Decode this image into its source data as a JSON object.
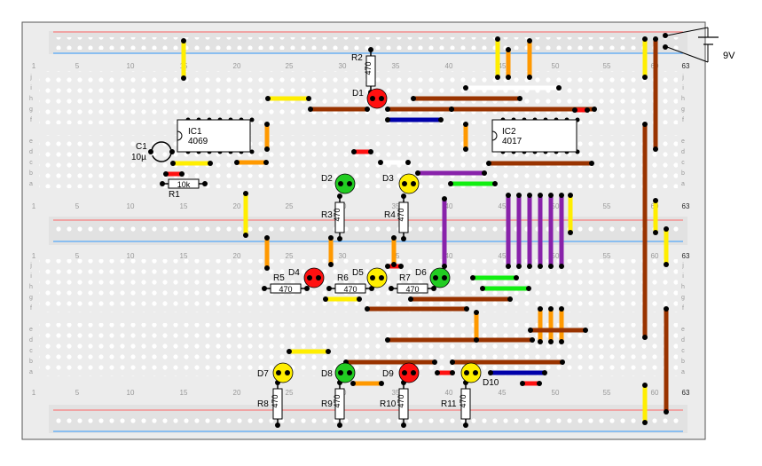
{
  "board": {
    "column_numbers": [
      "1",
      "5",
      "10",
      "15",
      "20",
      "25",
      "30",
      "35",
      "40",
      "45",
      "50",
      "55",
      "60",
      "63"
    ],
    "row_letters_top": [
      "j",
      "i",
      "h",
      "g",
      "f"
    ],
    "row_letters_bottom": [
      "e",
      "d",
      "c",
      "b",
      "a"
    ]
  },
  "battery": {
    "label": "9V"
  },
  "ics": [
    {
      "ref": "IC1",
      "type": "4069"
    },
    {
      "ref": "IC2",
      "type": "4017"
    }
  ],
  "capacitor": {
    "ref": "C1",
    "value": "10µ"
  },
  "resistors": [
    {
      "ref": "R1",
      "value": "10k"
    },
    {
      "ref": "R2",
      "value": "470"
    },
    {
      "ref": "R3",
      "value": "470"
    },
    {
      "ref": "R4",
      "value": "470"
    },
    {
      "ref": "R5",
      "value": "470"
    },
    {
      "ref": "R6",
      "value": "470"
    },
    {
      "ref": "R7",
      "value": "470"
    },
    {
      "ref": "R8",
      "value": "470"
    },
    {
      "ref": "R9",
      "value": "470"
    },
    {
      "ref": "R10",
      "value": "470"
    },
    {
      "ref": "R11",
      "value": "470"
    }
  ],
  "leds": [
    {
      "ref": "D1",
      "color": "#ff1010"
    },
    {
      "ref": "D2",
      "color": "#22cc22"
    },
    {
      "ref": "D3",
      "color": "#ffee00"
    },
    {
      "ref": "D4",
      "color": "#ff1010"
    },
    {
      "ref": "D5",
      "color": "#ffee00"
    },
    {
      "ref": "D6",
      "color": "#22cc22"
    },
    {
      "ref": "D7",
      "color": "#ffee00"
    },
    {
      "ref": "D8",
      "color": "#22cc22"
    },
    {
      "ref": "D9",
      "color": "#ff1010"
    },
    {
      "ref": "D10",
      "color": "#ffee00"
    }
  ],
  "colors": {
    "board": "#ececec",
    "rail_red": "#ff6666",
    "rail_blue": "#3399ff",
    "wire_yellow": "#ffee00",
    "wire_orange": "#ff9900",
    "wire_brown": "#993300",
    "wire_red": "#ff1111",
    "wire_blue": "#0000aa",
    "wire_green": "#11ee11",
    "wire_purple": "#8822aa",
    "wire_white": "#ffffff"
  }
}
